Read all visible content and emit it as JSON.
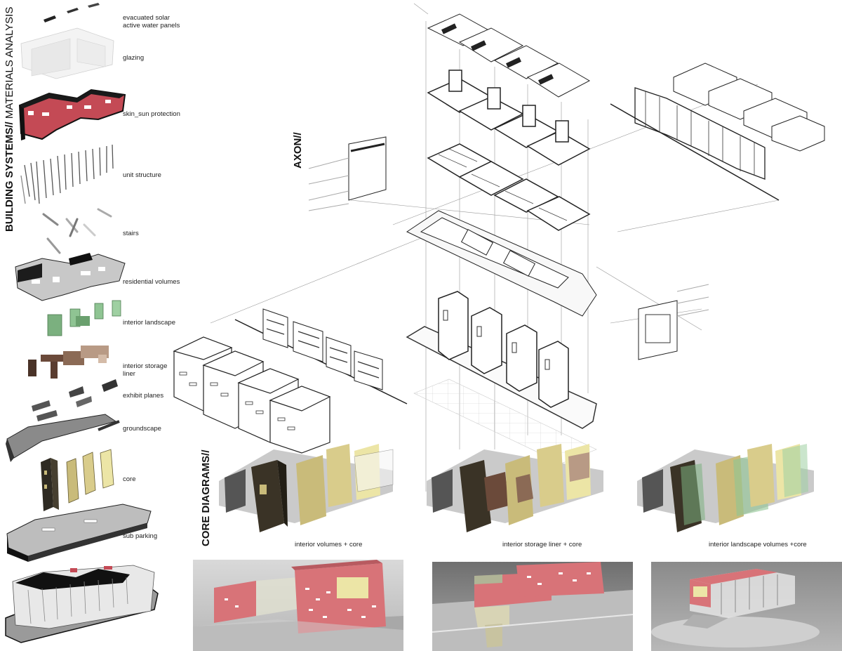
{
  "titles": {
    "building_systems_bold": "BUILDING SYSTEMS//",
    "building_systems_light": " MATERIALS ANALYSIS",
    "axon": "AXON//",
    "core_diagrams": "CORE DIAGRAMS//"
  },
  "layers": [
    {
      "name": "solar-panels",
      "label": "evacuated solar\nactive water panels"
    },
    {
      "name": "glazing",
      "label": "glazing"
    },
    {
      "name": "skin",
      "label": "skin_sun protection"
    },
    {
      "name": "unit-structure",
      "label": "unit structure"
    },
    {
      "name": "stairs",
      "label": "stairs"
    },
    {
      "name": "residential-volumes",
      "label": "residential volumes"
    },
    {
      "name": "interior-landscape",
      "label": "interior landscape"
    },
    {
      "name": "interior-storage",
      "label": "interior storage\nliner"
    },
    {
      "name": "exhibit-planes",
      "label": "exhibit planes"
    },
    {
      "name": "groundscape",
      "label": "groundscape"
    },
    {
      "name": "core",
      "label": "core"
    },
    {
      "name": "sub-parking",
      "label": "sub parking"
    }
  ],
  "core_captions": [
    "interior volumes + core",
    "interior storage liner + core",
    "interior landscape volumes +core"
  ],
  "colors": {
    "skin_red": "#c44a55",
    "render_pink": "#d87378",
    "core_dark": "#3a3326",
    "core_tan": "#c9bb7a",
    "core_pale": "#ece5a6",
    "landscape_green": "#7bb07f",
    "storage_brown": "#6b4a3a",
    "line": "#333333",
    "ground_gray": "#9a9a9a"
  }
}
